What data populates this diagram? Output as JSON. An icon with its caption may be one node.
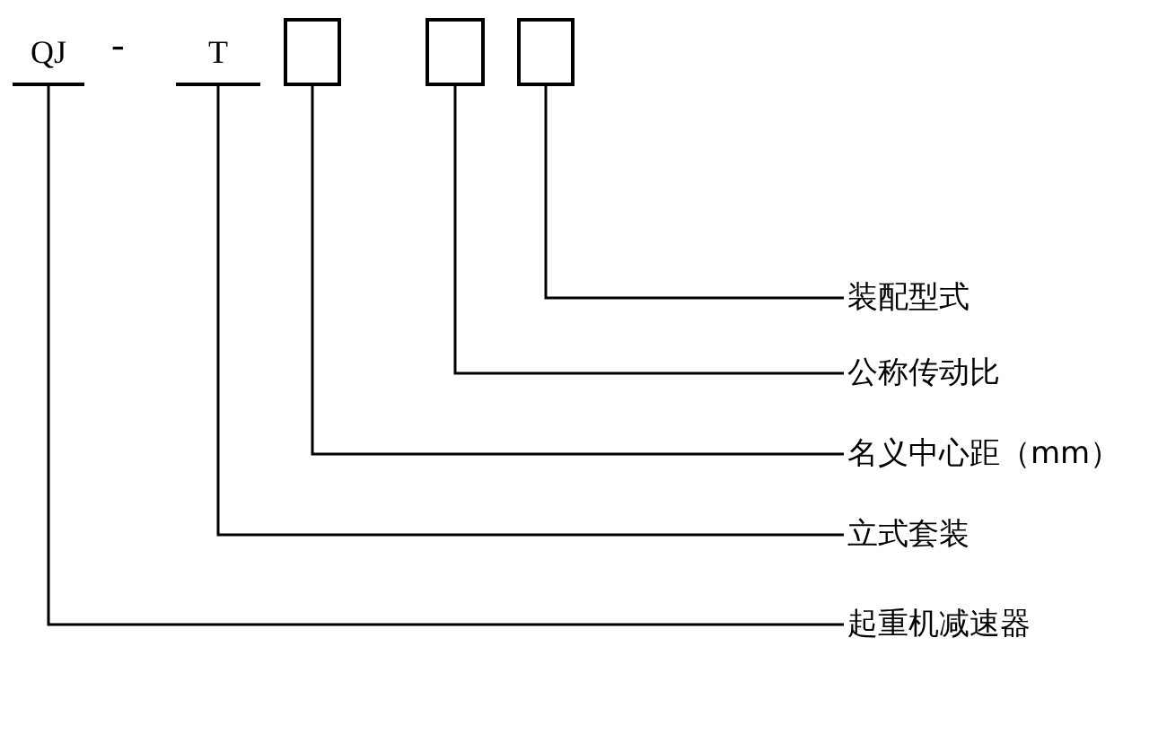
{
  "diagram": {
    "nodes": [
      {
        "text": [
          "QJ"
        ]
      },
      {
        "text": [
          "T"
        ]
      },
      {
        "text": [],
        "shape": "box"
      },
      {
        "text": [],
        "shape": "box"
      },
      {
        "text": [],
        "shape": "box"
      },
      {
        "text": [
          "装配型式"
        ]
      },
      {
        "text": [
          "公称传动比"
        ]
      },
      {
        "text": [
          "名义中心距（mm）"
        ]
      },
      {
        "text": [
          "立式套装"
        ]
      },
      {
        "text": [
          "起重机减速器"
        ]
      }
    ],
    "edges": [
      {
        "from": 4,
        "to": 5,
        "arrow": "none"
      },
      {
        "from": 3,
        "to": 6,
        "arrow": "none"
      },
      {
        "from": 2,
        "to": 7,
        "arrow": "none"
      },
      {
        "from": 1,
        "to": 8,
        "arrow": "none"
      },
      {
        "from": 0,
        "to": 9,
        "arrow": "none"
      }
    ],
    "labels": [
      "-"
    ]
  }
}
